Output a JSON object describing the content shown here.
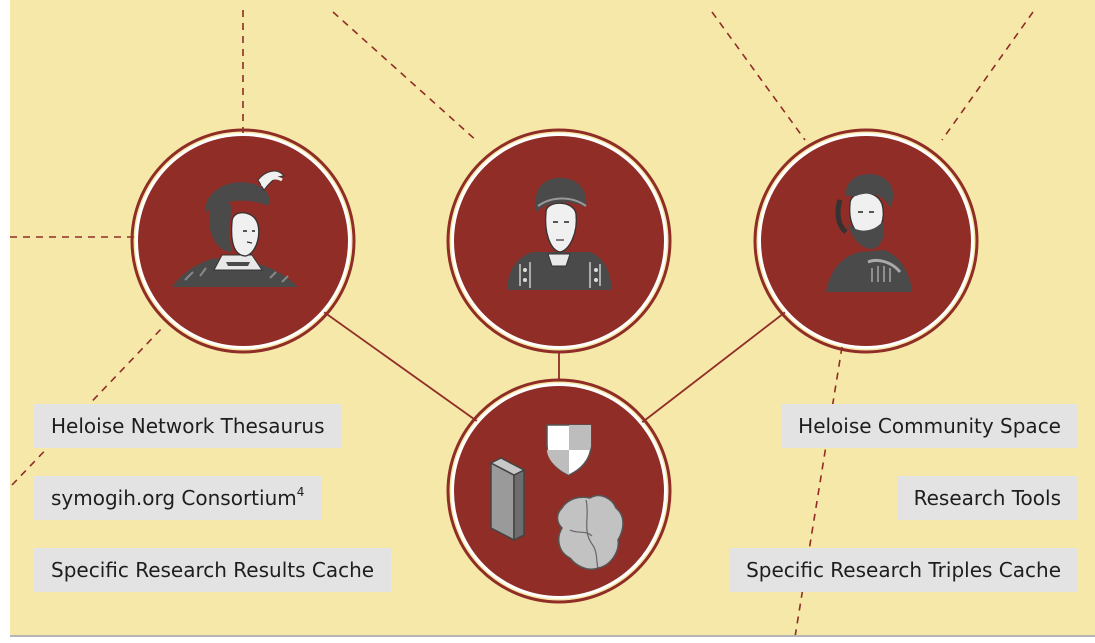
{
  "colors": {
    "background": "#f6e8a9",
    "circle_fill": "#8f2d26",
    "circle_ring": "#8f2d26",
    "connector": "#8f2d26",
    "dashed_line": "#8f2d26",
    "label_box": "#e3e3e3",
    "portrait": "#4a4a4a",
    "bottom_rule": "#b5b5b5"
  },
  "nodes": [
    {
      "id": "portrait-plumed-hat",
      "icon": "portrait-plumed-hat-icon"
    },
    {
      "id": "portrait-woman-cap",
      "icon": "portrait-woman-cap-icon"
    },
    {
      "id": "portrait-bearded-man",
      "icon": "portrait-bearded-man-icon"
    },
    {
      "id": "hub-symbols",
      "icons": [
        "shield-icon",
        "book-icon",
        "map-icon"
      ]
    }
  ],
  "left_labels": [
    {
      "text": "Heloise Network Thesaurus"
    },
    {
      "text": "symogih.org Consortium",
      "sup": "4"
    },
    {
      "text": "Specific Research Results Cache"
    }
  ],
  "right_labels": [
    {
      "text": "Heloise Community Space"
    },
    {
      "text": "Research Tools"
    },
    {
      "text": "Specific Research Triples Cache"
    }
  ]
}
